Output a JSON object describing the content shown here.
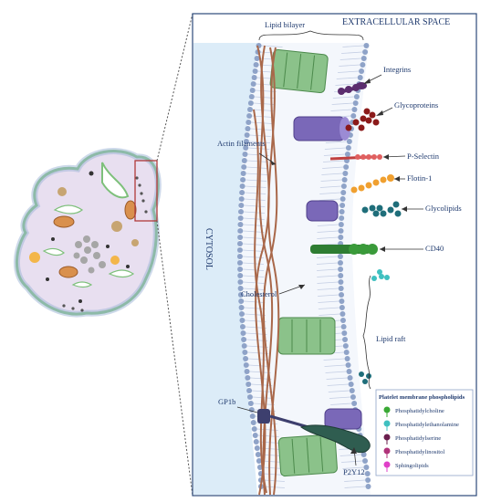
{
  "labels": {
    "extracellular": "EXTRACELLULAR SPACE",
    "cytosol": "CYTOSOL",
    "lipid_bilayer": "Lipid bilayer",
    "actin": "Actin filaments",
    "cholesterol": "Cholesterol",
    "lipid_raft": "Lipid raft",
    "gp1b": "GP1b",
    "p2y12": "P2Y12",
    "integrins": "Integrins",
    "glycoproteins": "Glycoproteins",
    "pselectin": "P-Selectin",
    "flotin": "Flotin-1",
    "glycolipids": "Glycolipids",
    "cd40": "CD40"
  },
  "legend": {
    "title": "Platelet membrane phospholipids",
    "items": [
      {
        "label": "Phosphatidylcholine",
        "color": "#3aa935"
      },
      {
        "label": "Phosphatidylethanolamine",
        "color": "#3fc0c0"
      },
      {
        "label": "Phosphatidylserine",
        "color": "#6b1f4e"
      },
      {
        "label": "Phosphatidylinositol",
        "color": "#b0337a"
      },
      {
        "label": "Sphingolipids",
        "color": "#e040c8"
      }
    ]
  },
  "colors": {
    "frame": "#2d4a7a",
    "cytosol_fill": "#dcecf8",
    "membrane_heads": "#8fa3c8",
    "cylinder_protein": "#8bc28a",
    "actin": "#a9684a",
    "purple_protein": "#7a68b8",
    "cholesterol": "#f0b020"
  }
}
